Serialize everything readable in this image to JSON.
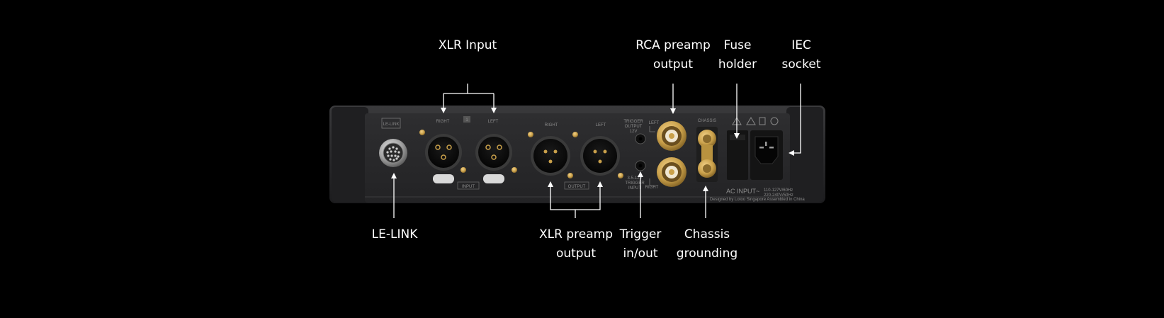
{
  "labels": {
    "xlr_input": "XLR Input",
    "rca_preamp_output": [
      "RCA preamp",
      "output"
    ],
    "fuse_holder": [
      "Fuse",
      "holder"
    ],
    "iec_socket": [
      "IEC",
      "socket"
    ],
    "le_link": "LE-LINK",
    "xlr_preamp_output": [
      "XLR preamp",
      "output"
    ],
    "trigger": [
      "Trigger",
      "in/out"
    ],
    "chassis_grounding": [
      "Chassis",
      "grounding"
    ]
  },
  "panel_print": {
    "le_link": "LE-LINK",
    "right": "RIGHT",
    "left": "LEFT",
    "input_num": "1",
    "input": "INPUT",
    "output": "OUTPUT",
    "trigger_output": [
      "TRIGGER",
      "OUTPUT",
      "12V"
    ],
    "trigger_input": [
      "3.5-12V",
      "TRIGGER",
      "INPUT"
    ],
    "chassis": "CHASSIS",
    "ac_input": "AC INPUT~",
    "ac_ratings": [
      "110-127V/60Hz",
      "220-240V/50Hz"
    ],
    "designed_by": "Designed by Lotoo Singapore  Assembled in China"
  },
  "colors": {
    "background": "#000000",
    "chassis": "#2a2a2c",
    "gold": "#c9a04a",
    "label_text": "#ffffff",
    "leader_line": "#ffffff"
  }
}
